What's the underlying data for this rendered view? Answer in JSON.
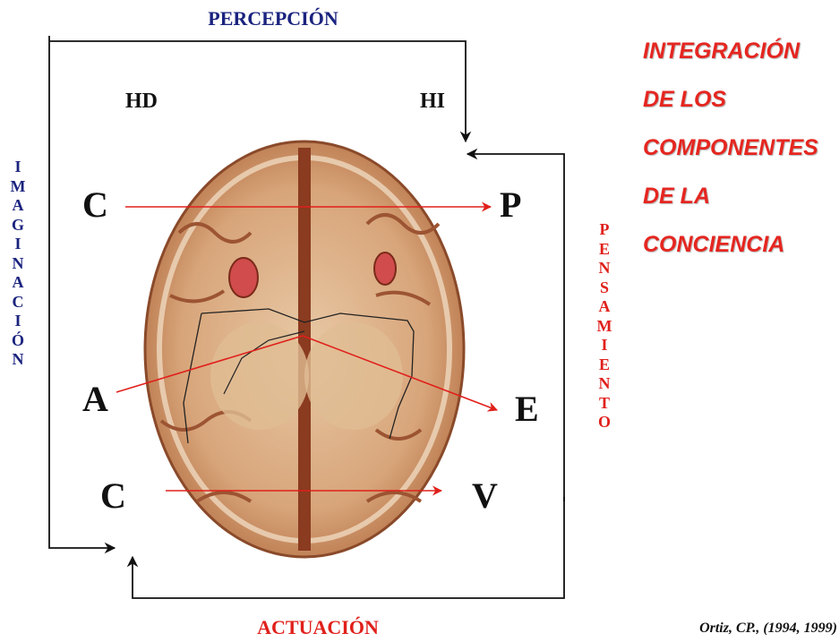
{
  "labels": {
    "top": "PERCEPCIÓN",
    "bottom": "ACTUACIÓN",
    "left_vertical": [
      "I",
      "M",
      "A",
      "G",
      "I",
      "N",
      "A",
      "C",
      "I",
      "Ó",
      "N"
    ],
    "right_vertical": [
      "P",
      "E",
      "N",
      "S",
      "A",
      "M",
      "I",
      "E",
      "N",
      "T",
      "O"
    ]
  },
  "hemispheres": {
    "right": "HD",
    "left": "HI"
  },
  "letters": {
    "c_top": "C",
    "p": "P",
    "a": "A",
    "e": "E",
    "c_bottom": "C",
    "v": "V"
  },
  "title_lines": [
    "INTEGRACIÓN",
    "DE LOS",
    "COMPONENTES",
    "DE LA",
    "CONCIENCIA"
  ],
  "citation": "Ortiz, CP., (1994, 1999)",
  "colors": {
    "perception": "#1a237e",
    "imagination": "#1a237e",
    "thought": "#e0201b",
    "action": "#e0201b",
    "title": "#e52620",
    "arrow_red": "#e0201b",
    "frame": "#111111"
  }
}
